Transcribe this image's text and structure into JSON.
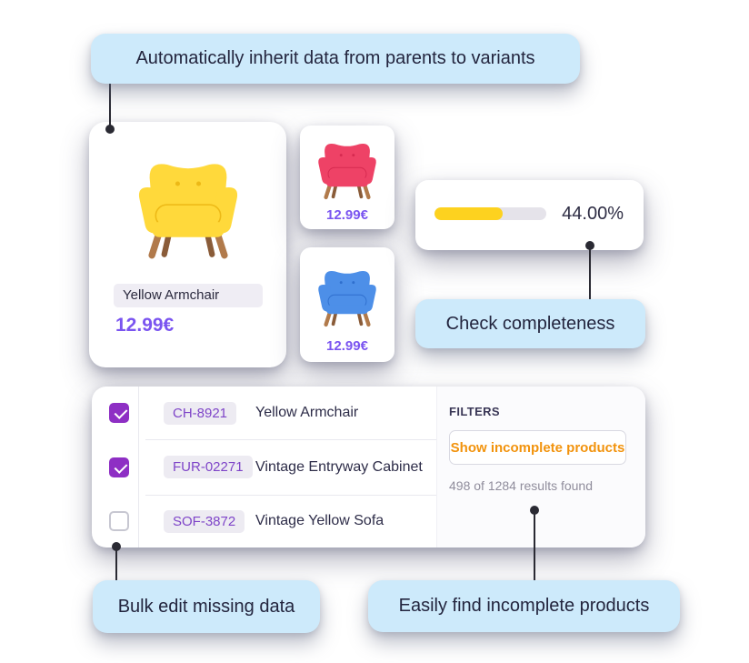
{
  "callouts": {
    "inherit": "Automatically inherit data from parents to variants",
    "check": "Check completeness",
    "bulk": "Bulk edit missing data",
    "find": "Easily find incomplete products"
  },
  "colors": {
    "accent_purple": "#7a54f0",
    "checkbox_purple": "#8e2fc4",
    "sku_purple": "#7e44c8",
    "callout_bg": "#cdeafb",
    "orange": "#f2930d",
    "progress_yellow": "#fdd21f",
    "leg_front": "#b17a4b",
    "leg_back": "#8a5c39"
  },
  "parent_product": {
    "name": "Yellow Armchair",
    "price": "12.99€",
    "chair_color": "#ffd93b",
    "chair_shade": "#edb916"
  },
  "variants": [
    {
      "price": "12.99€",
      "chair_color": "#ee4266",
      "chair_shade": "#d62a50"
    },
    {
      "price": "12.99€",
      "chair_color": "#4d8fe8",
      "chair_shade": "#2f6fce"
    }
  ],
  "completeness": {
    "label": "44.00%",
    "fill_percent": 61
  },
  "table": {
    "rows": [
      {
        "sku": "CH-8921",
        "name": "Yellow Armchair",
        "checked": true
      },
      {
        "sku": "FUR-02271",
        "name": "Vintage Entryway Cabinet",
        "checked": true
      },
      {
        "sku": "SOF-3872",
        "name": "Vintage Yellow Sofa",
        "checked": false
      }
    ],
    "filters": {
      "heading": "FILTERS",
      "button_label": "Show incomplete products",
      "results_text": "498 of 1284 results found"
    }
  }
}
